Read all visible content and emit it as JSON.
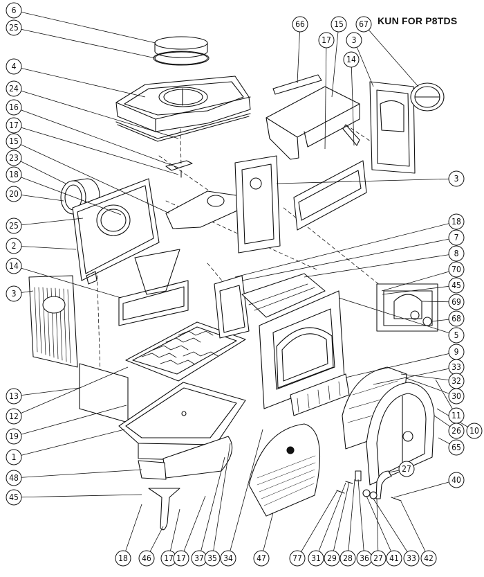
{
  "diagram": {
    "title": "KUN FOR P8TDS",
    "callouts": [
      {
        "id": "c-6a",
        "label": "6"
      },
      {
        "id": "c-25a",
        "label": "25"
      },
      {
        "id": "c-4",
        "label": "4"
      },
      {
        "id": "c-24",
        "label": "24"
      },
      {
        "id": "c-16",
        "label": "16"
      },
      {
        "id": "c-17a",
        "label": "17"
      },
      {
        "id": "c-15a",
        "label": "15"
      },
      {
        "id": "c-23",
        "label": "23"
      },
      {
        "id": "c-18a",
        "label": "18"
      },
      {
        "id": "c-20",
        "label": "20"
      },
      {
        "id": "c-25b",
        "label": "25"
      },
      {
        "id": "c-2",
        "label": "2"
      },
      {
        "id": "c-14a",
        "label": "14"
      },
      {
        "id": "c-3a",
        "label": "3"
      },
      {
        "id": "c-13",
        "label": "13"
      },
      {
        "id": "c-12",
        "label": "12"
      },
      {
        "id": "c-19",
        "label": "19"
      },
      {
        "id": "c-1",
        "label": "1"
      },
      {
        "id": "c-48",
        "label": "48"
      },
      {
        "id": "c-45a",
        "label": "45"
      },
      {
        "id": "c-66",
        "label": "66"
      },
      {
        "id": "c-15b",
        "label": "15"
      },
      {
        "id": "c-17b",
        "label": "17"
      },
      {
        "id": "c-3b",
        "label": "3"
      },
      {
        "id": "c-67",
        "label": "67"
      },
      {
        "id": "c-14b",
        "label": "14"
      },
      {
        "id": "c-3c",
        "label": "3"
      },
      {
        "id": "c-18b",
        "label": "18"
      },
      {
        "id": "c-7",
        "label": "7"
      },
      {
        "id": "c-8",
        "label": "8"
      },
      {
        "id": "c-70",
        "label": "70"
      },
      {
        "id": "c-45b",
        "label": "45"
      },
      {
        "id": "c-69",
        "label": "69"
      },
      {
        "id": "c-68",
        "label": "68"
      },
      {
        "id": "c-5",
        "label": "5"
      },
      {
        "id": "c-9",
        "label": "9"
      },
      {
        "id": "c-33a",
        "label": "33"
      },
      {
        "id": "c-32",
        "label": "32"
      },
      {
        "id": "c-30",
        "label": "30"
      },
      {
        "id": "c-11",
        "label": "11"
      },
      {
        "id": "c-26",
        "label": "26"
      },
      {
        "id": "c-10",
        "label": "10"
      },
      {
        "id": "c-65",
        "label": "65"
      },
      {
        "id": "c-27a",
        "label": "27"
      },
      {
        "id": "c-40",
        "label": "40"
      },
      {
        "id": "c-18c",
        "label": "18"
      },
      {
        "id": "c-46",
        "label": "46"
      },
      {
        "id": "c-17c",
        "label": "17"
      },
      {
        "id": "c-17d",
        "label": "17"
      },
      {
        "id": "c-37",
        "label": "37"
      },
      {
        "id": "c-35",
        "label": "35"
      },
      {
        "id": "c-34",
        "label": "34"
      },
      {
        "id": "c-47",
        "label": "47"
      },
      {
        "id": "c-77",
        "label": "77"
      },
      {
        "id": "c-31",
        "label": "31"
      },
      {
        "id": "c-29",
        "label": "29"
      },
      {
        "id": "c-28",
        "label": "28"
      },
      {
        "id": "c-36",
        "label": "36"
      },
      {
        "id": "c-27b",
        "label": "27"
      },
      {
        "id": "c-41",
        "label": "41"
      },
      {
        "id": "c-33b",
        "label": "33"
      },
      {
        "id": "c-42",
        "label": "42"
      }
    ]
  }
}
